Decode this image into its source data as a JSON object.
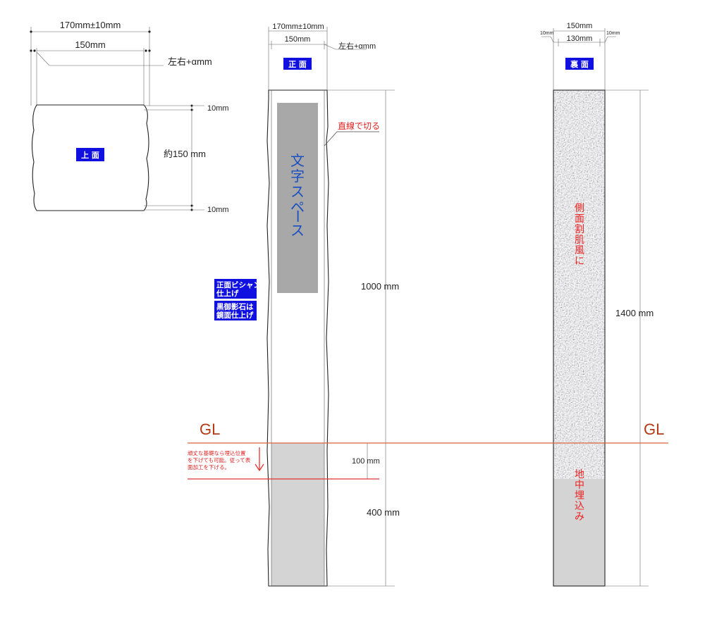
{
  "top_view": {
    "label": "上 面",
    "dim_outer": "170mm±10mm",
    "dim_inner": "150mm",
    "dim_alpha": "左右+αmm",
    "dim_height": "約150 mm",
    "dim_margin_top": "10mm",
    "dim_margin_bottom": "10mm"
  },
  "front_view": {
    "label": "正 面",
    "dim_outer": "170mm±10mm",
    "dim_inner": "150mm",
    "dim_alpha": "左右+αmm",
    "text_space": [
      "文",
      "字",
      "ス",
      "ペ",
      "ー",
      "ス"
    ],
    "straight_cut_note": "直線で切る",
    "finish_note_1": [
      "正面ビシャン",
      "仕上げ"
    ],
    "finish_note_2": [
      "黒御影石は",
      "鏡面仕上げ"
    ],
    "foundation_note": [
      "頑丈な基礎なら埋込位置",
      "を下げても可能。従って表",
      "面加工を下げる。"
    ],
    "dim_above": "1000 mm",
    "dim_shift": "100 mm",
    "dim_buried": "400 mm"
  },
  "back_view": {
    "label": "裏 面",
    "dim_outer": "150mm",
    "dim_inner": "130mm",
    "dim_side_left": "10mm",
    "dim_side_right": "10mm",
    "side_note": [
      "側",
      "面",
      "割",
      "肌",
      "風",
      "に"
    ],
    "buried_note": [
      "地",
      "中",
      "埋",
      "込",
      "み"
    ],
    "dim_total": "1400 mm"
  },
  "ground_line": {
    "left": "GL",
    "right": "GL"
  },
  "colors": {
    "label_blue": "#1010e0",
    "gl_line": "#d9643a",
    "red_line": "#e83030",
    "text_space_fill": "#a8a8a8",
    "buried_fill": "#d4d4d4"
  }
}
